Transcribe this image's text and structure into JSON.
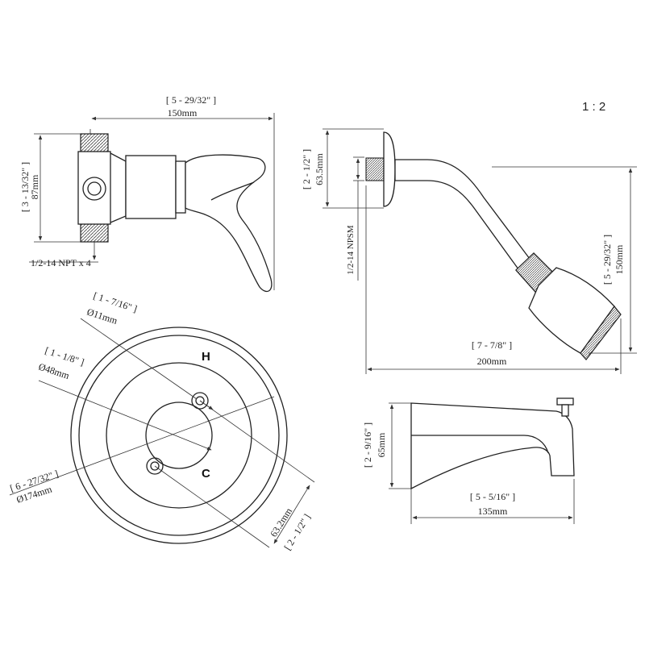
{
  "scale": "1 : 2",
  "valve": {
    "width_in": "[ 5 - 29/32\" ]",
    "width_mm": "150mm",
    "height_in": "[ 3 - 13/32\" ]",
    "height_mm": "87mm",
    "thread": "1/2-14 NPT x 4"
  },
  "shower_head": {
    "flange_in": "[ 2 - 1/2\" ]",
    "flange_mm": "63.5mm",
    "thread": "1/2-14 NPSM",
    "height_in": "[ 5 - 29/32\" ]",
    "height_mm": "150mm",
    "reach_in": "[ 7 - 7/8\" ]",
    "reach_mm": "200mm"
  },
  "trim_plate": {
    "hole_in": "[ 1 - 7/16\" ]",
    "hole_mm": "Ø11mm",
    "center_in": "[ 1 - 1/8\" ]",
    "center_mm": "Ø48mm",
    "plate_in": "[ 6 - 27/32\" ]",
    "plate_mm": "Ø174mm",
    "spacing_mm": "63.2mm",
    "spacing_in": "[ 2 - 1/2\" ]",
    "hot_label": "H",
    "cold_label": "C"
  },
  "spout": {
    "height_in": "[ 2 - 9/16\" ]",
    "height_mm": "65mm",
    "length_in": "[ 5 - 5/16\" ]",
    "length_mm": "135mm"
  }
}
